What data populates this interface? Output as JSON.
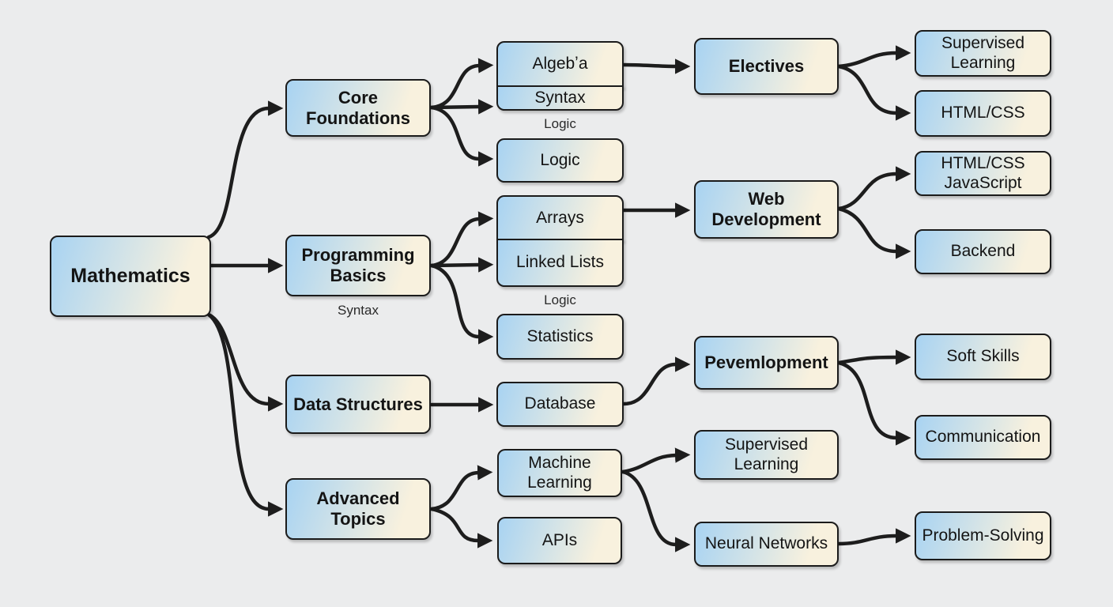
{
  "diagram": {
    "colors": {
      "background": "#ebeced",
      "node_blue": "#a8d3f2",
      "node_cream": "#f8f1de",
      "border": "#1b1b1b",
      "edge": "#1d1d1d",
      "text": "#141414"
    },
    "nodes": [
      {
        "id": "mathematics",
        "label": "Mathematics",
        "bold": true
      },
      {
        "id": "core-foundations",
        "label": "Core\nFoundations",
        "bold": true
      },
      {
        "id": "programming-basics",
        "label": "Programming\nBasics",
        "bold": true
      },
      {
        "id": "data-structures",
        "label": "Data Structures",
        "bold": true
      },
      {
        "id": "advanced-topics",
        "label": "Advanced\nTopics",
        "bold": true
      },
      {
        "id": "algebra",
        "label": "Algebʼa",
        "bold": false
      },
      {
        "id": "syntax",
        "label": "Syntax",
        "bold": false
      },
      {
        "id": "logic",
        "label": "Logic",
        "bold": false
      },
      {
        "id": "arrays",
        "label": "Arrays",
        "bold": false
      },
      {
        "id": "linked-lists",
        "label": "Linked Lists",
        "bold": false
      },
      {
        "id": "statistics",
        "label": "Statistics",
        "bold": false
      },
      {
        "id": "database",
        "label": "Database",
        "bold": false
      },
      {
        "id": "machine-learning",
        "label": "Machine\nLearning",
        "bold": false
      },
      {
        "id": "apis",
        "label": "APIs",
        "bold": false
      },
      {
        "id": "electives",
        "label": "Electives",
        "bold": true
      },
      {
        "id": "web-development",
        "label": "Web\nDevelopment",
        "bold": true
      },
      {
        "id": "pevemlopment",
        "label": "Pevemlopment",
        "bold": true
      },
      {
        "id": "supervised-learning-ml",
        "label": "Supervised\nLearning",
        "bold": false
      },
      {
        "id": "neural-networks",
        "label": "Neural Networks",
        "bold": false
      },
      {
        "id": "supervised-learning-top",
        "label": "Supervised\nLearning",
        "bold": false
      },
      {
        "id": "html-css",
        "label": "HTML/CSS",
        "bold": false
      },
      {
        "id": "html-css-javascript",
        "label": "HTML/CSS\nJavaScript",
        "bold": false
      },
      {
        "id": "backend",
        "label": "Backend",
        "bold": false
      },
      {
        "id": "soft-skills",
        "label": "Soft Skills",
        "bold": false
      },
      {
        "id": "communication",
        "label": "Communication",
        "bold": false
      },
      {
        "id": "problem-solving",
        "label": "Problem-Solving",
        "bold": false
      }
    ],
    "floating_labels": [
      {
        "id": "logic-under-syntax",
        "text": "Logic"
      },
      {
        "id": "syntax-under-programming-basics",
        "text": "Syntax"
      },
      {
        "id": "logic-under-linked-lists",
        "text": "Logic"
      }
    ],
    "edges": [
      {
        "from": "mathematics",
        "to": "core-foundations"
      },
      {
        "from": "mathematics",
        "to": "programming-basics"
      },
      {
        "from": "mathematics",
        "to": "data-structures"
      },
      {
        "from": "mathematics",
        "to": "advanced-topics"
      },
      {
        "from": "core-foundations",
        "to": "algebra"
      },
      {
        "from": "core-foundations",
        "to": "syntax"
      },
      {
        "from": "core-foundations",
        "to": "logic"
      },
      {
        "from": "programming-basics",
        "to": "arrays"
      },
      {
        "from": "programming-basics",
        "to": "linked-lists"
      },
      {
        "from": "programming-basics",
        "to": "statistics"
      },
      {
        "from": "data-structures",
        "to": "database"
      },
      {
        "from": "advanced-topics",
        "to": "machine-learning"
      },
      {
        "from": "advanced-topics",
        "to": "apis"
      },
      {
        "from": "algebra",
        "to": "electives"
      },
      {
        "from": "arrays",
        "to": "web-development"
      },
      {
        "from": "database",
        "to": "pevemlopment"
      },
      {
        "from": "machine-learning",
        "to": "supervised-learning-ml"
      },
      {
        "from": "machine-learning",
        "to": "neural-networks"
      },
      {
        "from": "electives",
        "to": "supervised-learning-top"
      },
      {
        "from": "electives",
        "to": "html-css"
      },
      {
        "from": "web-development",
        "to": "html-css-javascript"
      },
      {
        "from": "web-development",
        "to": "backend"
      },
      {
        "from": "pevemlopment",
        "to": "soft-skills"
      },
      {
        "from": "pevemlopment",
        "to": "communication"
      },
      {
        "from": "neural-networks",
        "to": "problem-solving"
      }
    ]
  }
}
